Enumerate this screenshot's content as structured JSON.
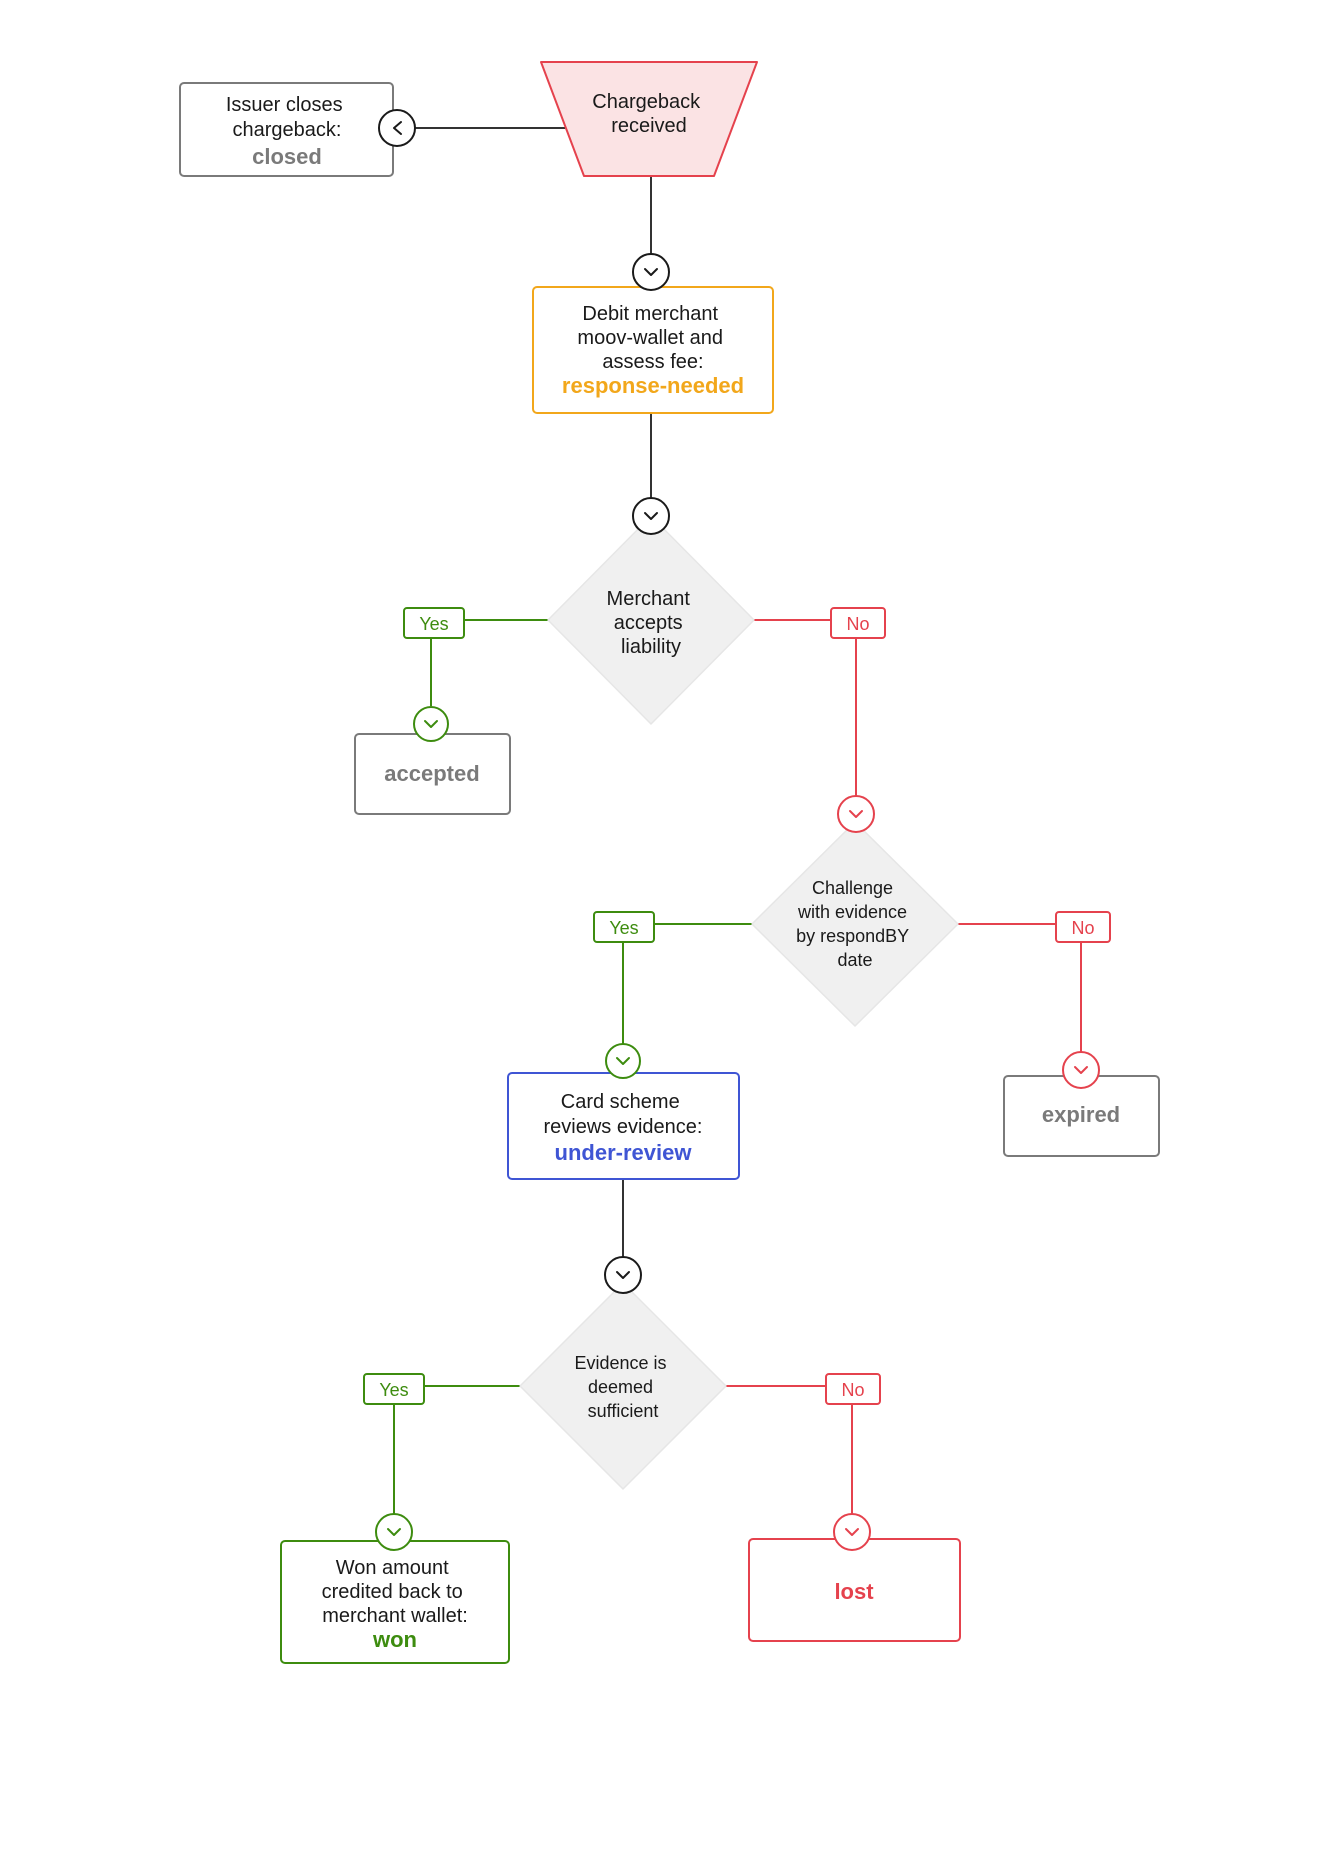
{
  "colors": {
    "line": "#333333",
    "yes": "#3d8c0f",
    "no": "#e5424d",
    "pending": "#f2a71b",
    "review": "#3f55d4",
    "neutral": "#7a7a7a",
    "diamond_fill": "#f0f0f0",
    "start_fill": "#fbe3e4"
  },
  "nodes": {
    "start": {
      "lines": [
        "Chargeback",
        "received"
      ]
    },
    "closed": {
      "lines": [
        "Issuer closes",
        "chargeback:"
      ],
      "status": "closed"
    },
    "debit": {
      "lines": [
        "Debit merchant",
        "moov-wallet and",
        "assess fee:"
      ],
      "status": "response-needed"
    },
    "liability": {
      "lines": [
        "Merchant",
        "accepts",
        "liability"
      ]
    },
    "accepted": {
      "status": "accepted"
    },
    "challenge": {
      "lines": [
        "Challenge",
        "with evidence",
        "by respondBY",
        "date"
      ]
    },
    "expired": {
      "status": "expired"
    },
    "review": {
      "lines": [
        "Card scheme",
        "reviews evidence:"
      ],
      "status": "under-review"
    },
    "evidence": {
      "lines": [
        "Evidence is",
        "deemed",
        "sufficient"
      ]
    },
    "won": {
      "lines": [
        "Won amount",
        "credited back to",
        "merchant wallet:"
      ],
      "status": "won"
    },
    "lost": {
      "status": "lost"
    }
  },
  "edge_labels": {
    "liability_yes": "Yes",
    "liability_no": "No",
    "challenge_yes": "Yes",
    "challenge_no": "No",
    "evidence_yes": "Yes",
    "evidence_no": "No"
  },
  "icons": {
    "down_chevron": "chevron-down-icon",
    "left_chevron": "chevron-left-icon"
  }
}
